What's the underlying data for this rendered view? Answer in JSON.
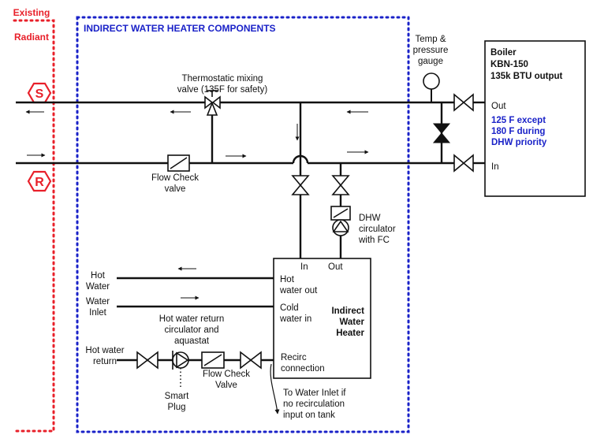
{
  "title": "INDIRECT WATER HEATER COMPONENTS",
  "existing_radiant": [
    "Existing",
    "Radiant"
  ],
  "supply_badge": "S",
  "return_badge": "R",
  "mixing_valve": [
    "Thermostatic mixing",
    "valve (135F for safety)"
  ],
  "gauge": [
    "Temp &",
    "pressure",
    "gauge"
  ],
  "boiler": {
    "lines": [
      "Boiler",
      "KBN-150",
      "135k BTU output"
    ],
    "out": "Out",
    "in": "In",
    "temps": [
      "125 F except",
      "180 F during",
      "DHW priority"
    ]
  },
  "flow_check": [
    "Flow Check",
    "valve"
  ],
  "dhw_circulator": [
    "DHW",
    "circulator",
    "with FC"
  ],
  "heater": {
    "in": "In",
    "out": "Out",
    "hot_out": [
      "Hot",
      "water out"
    ],
    "cold_in": [
      "Cold",
      "water in"
    ],
    "name": [
      "Indirect",
      "Water",
      "Heater"
    ],
    "recirc": [
      "Recirc",
      "connection"
    ]
  },
  "hot_water": [
    "Hot",
    "Water"
  ],
  "water_inlet": [
    "Water",
    "Inlet"
  ],
  "recirc_circ": [
    "Hot water return",
    "circulator and",
    "aquastat"
  ],
  "hw_return": [
    "Hot water",
    "return"
  ],
  "smart_plug": [
    "Smart",
    "Plug"
  ],
  "flow_check2": [
    "Flow Check",
    "Valve"
  ],
  "water_inlet_note": [
    "To Water Inlet if",
    "no recirculation",
    "input on tank"
  ],
  "colors": {
    "red": "#e8202a",
    "blue": "#1a22c8",
    "black": "#111111"
  }
}
